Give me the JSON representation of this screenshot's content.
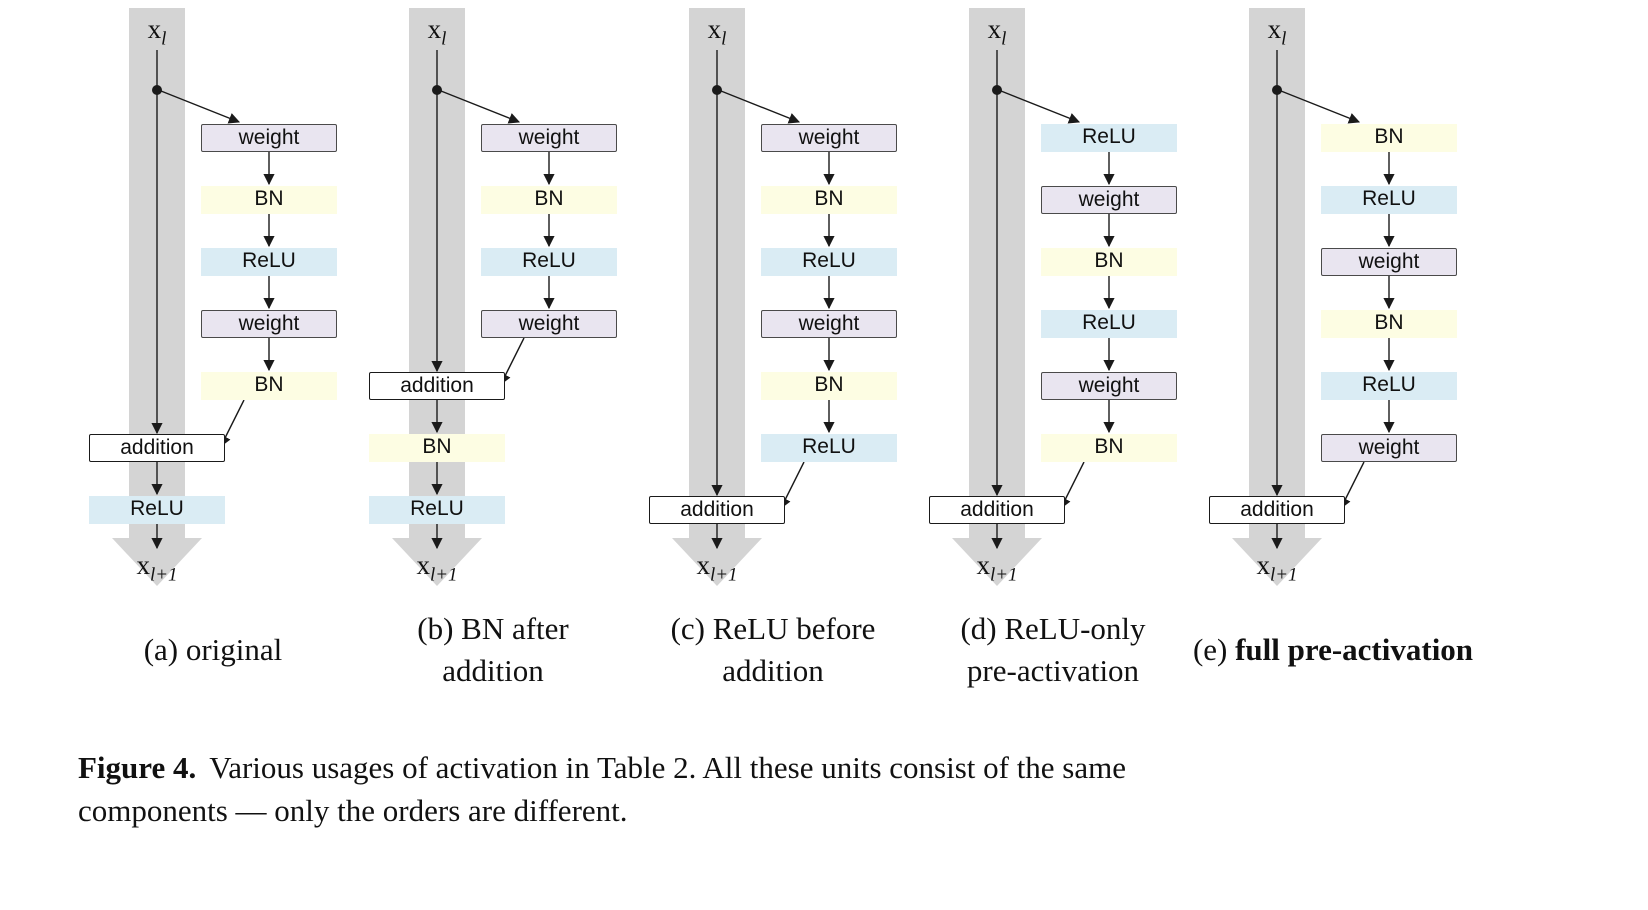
{
  "figure": {
    "caption_label": "Figure 4.",
    "caption_line1": "Various usages of activation in Table 2. All these units consist of the same",
    "caption_line2": "components — only the orders are different."
  },
  "labels": {
    "x": "x",
    "in_sub": "l",
    "out_sub": "l+1"
  },
  "addition_label": "addition",
  "block_colors": {
    "weight": "#e9e5f0",
    "BN": "#fdfde3",
    "ReLU": "#daecf4",
    "addition": "#ffffff"
  },
  "colors": {
    "shortcut_band": "#d4d4d4",
    "wire": "#1a1a1a",
    "weight_border": "#4a4a4a",
    "addition_border": "#1a1a1a",
    "text": "#111111"
  },
  "diagrams": [
    {
      "name": "original",
      "caption": [
        [
          {
            "text": "(a) original",
            "bold": false
          }
        ]
      ],
      "branch": [
        "weight",
        "BN",
        "ReLU",
        "weight",
        "BN"
      ],
      "post": [
        "ReLU"
      ]
    },
    {
      "name": "bn-after-addition",
      "caption": [
        [
          {
            "text": "(b) BN after",
            "bold": false
          }
        ],
        [
          {
            "text": "addition",
            "bold": false
          }
        ]
      ],
      "branch": [
        "weight",
        "BN",
        "ReLU",
        "weight"
      ],
      "post": [
        "BN",
        "ReLU"
      ]
    },
    {
      "name": "relu-before-addition",
      "caption": [
        [
          {
            "text": "(c) ReLU before",
            "bold": false
          }
        ],
        [
          {
            "text": "addition",
            "bold": false
          }
        ]
      ],
      "branch": [
        "weight",
        "BN",
        "ReLU",
        "weight",
        "BN",
        "ReLU"
      ],
      "post": []
    },
    {
      "name": "relu-only-pre-activation",
      "caption": [
        [
          {
            "text": "(d) ReLU-only",
            "bold": false
          }
        ],
        [
          {
            "text": "pre-activation",
            "bold": false
          }
        ]
      ],
      "branch": [
        "ReLU",
        "weight",
        "BN",
        "ReLU",
        "weight",
        "BN"
      ],
      "post": []
    },
    {
      "name": "full-pre-activation",
      "caption": [
        [
          {
            "text": "(e) ",
            "bold": false
          },
          {
            "text": "full pre-activation",
            "bold": true
          }
        ]
      ],
      "branch": [
        "BN",
        "ReLU",
        "weight",
        "BN",
        "ReLU",
        "weight"
      ],
      "post": []
    }
  ]
}
